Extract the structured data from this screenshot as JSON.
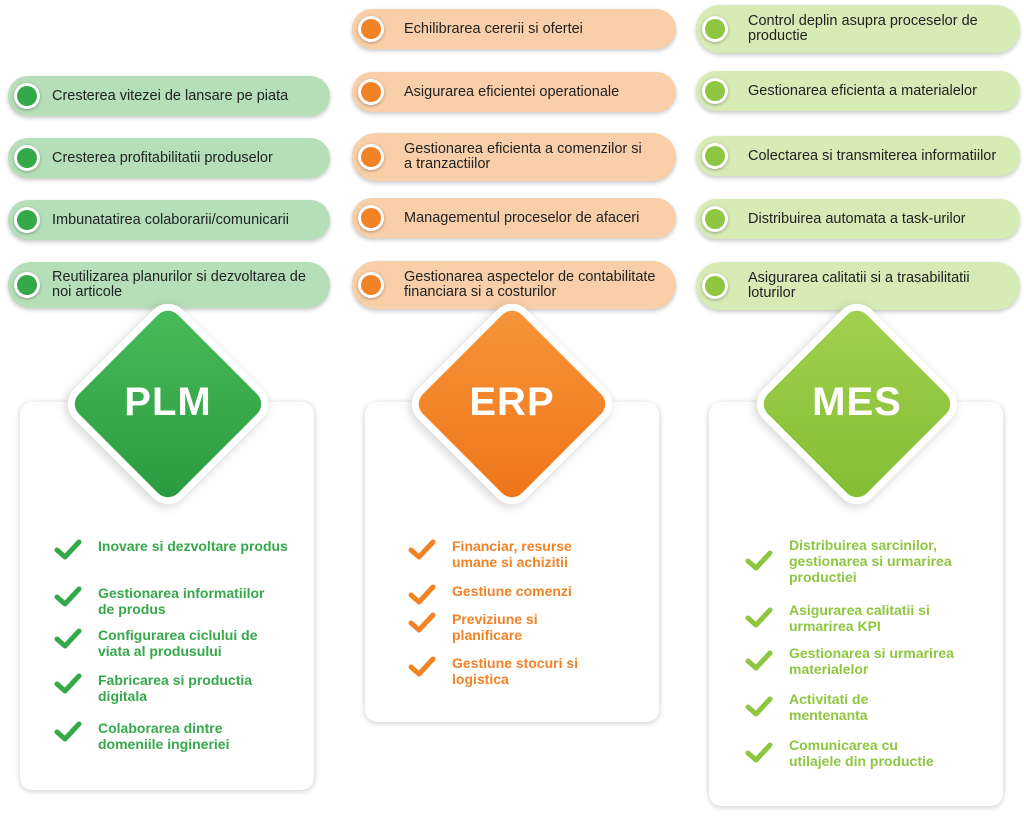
{
  "colors": {
    "plm": "#35a84a",
    "erp": "#f18226",
    "mes": "#8ec63f"
  },
  "plm": {
    "label": "PLM",
    "benefits": [
      "Cresterea vitezei de lansare pe piata",
      "Cresterea profitabilitatii produselor",
      "Imbunatatirea colaborarii/comunicarii",
      "Reutilizarea planurilor si dezvoltarea de noi articole"
    ],
    "features": [
      "Inovare si dezvoltare produs",
      "Gestionarea informatiilor de produs",
      "Configurarea ciclului de viata al produsului",
      "Fabricarea si productia digitala",
      "Colaborarea dintre domeniile ingineriei"
    ]
  },
  "erp": {
    "label": "ERP",
    "benefits": [
      "Echilibrarea cererii si ofertei",
      "Asigurarea eficientei operationale",
      "Gestionarea eficienta a comenzilor si a tranzactiilor",
      "Managementul proceselor de afaceri",
      "Gestionarea aspectelor de contabilitate financiara si a costurilor"
    ],
    "features": [
      "Financiar, resurse umane si achizitii",
      "Gestiune comenzi",
      "Previziune si planificare",
      "Gestiune stocuri si logistica"
    ]
  },
  "mes": {
    "label": "MES",
    "benefits": [
      "Control deplin asupra proceselor de productie",
      "Gestionarea eficienta a materialelor",
      "Colectarea si transmiterea informatiilor",
      "Distribuirea automata a task-urilor",
      "Asigurarea calitatii si a trasabilitatii loturilor"
    ],
    "features": [
      "Distribuirea sarcinilor, gestionarea si urmarirea productiei",
      "Asigurarea calitatii si urmarirea KPI",
      "Gestionarea si urmarirea materialelor",
      "Activitati de mentenanta",
      "Comunicarea cu utilajele din productie"
    ]
  }
}
